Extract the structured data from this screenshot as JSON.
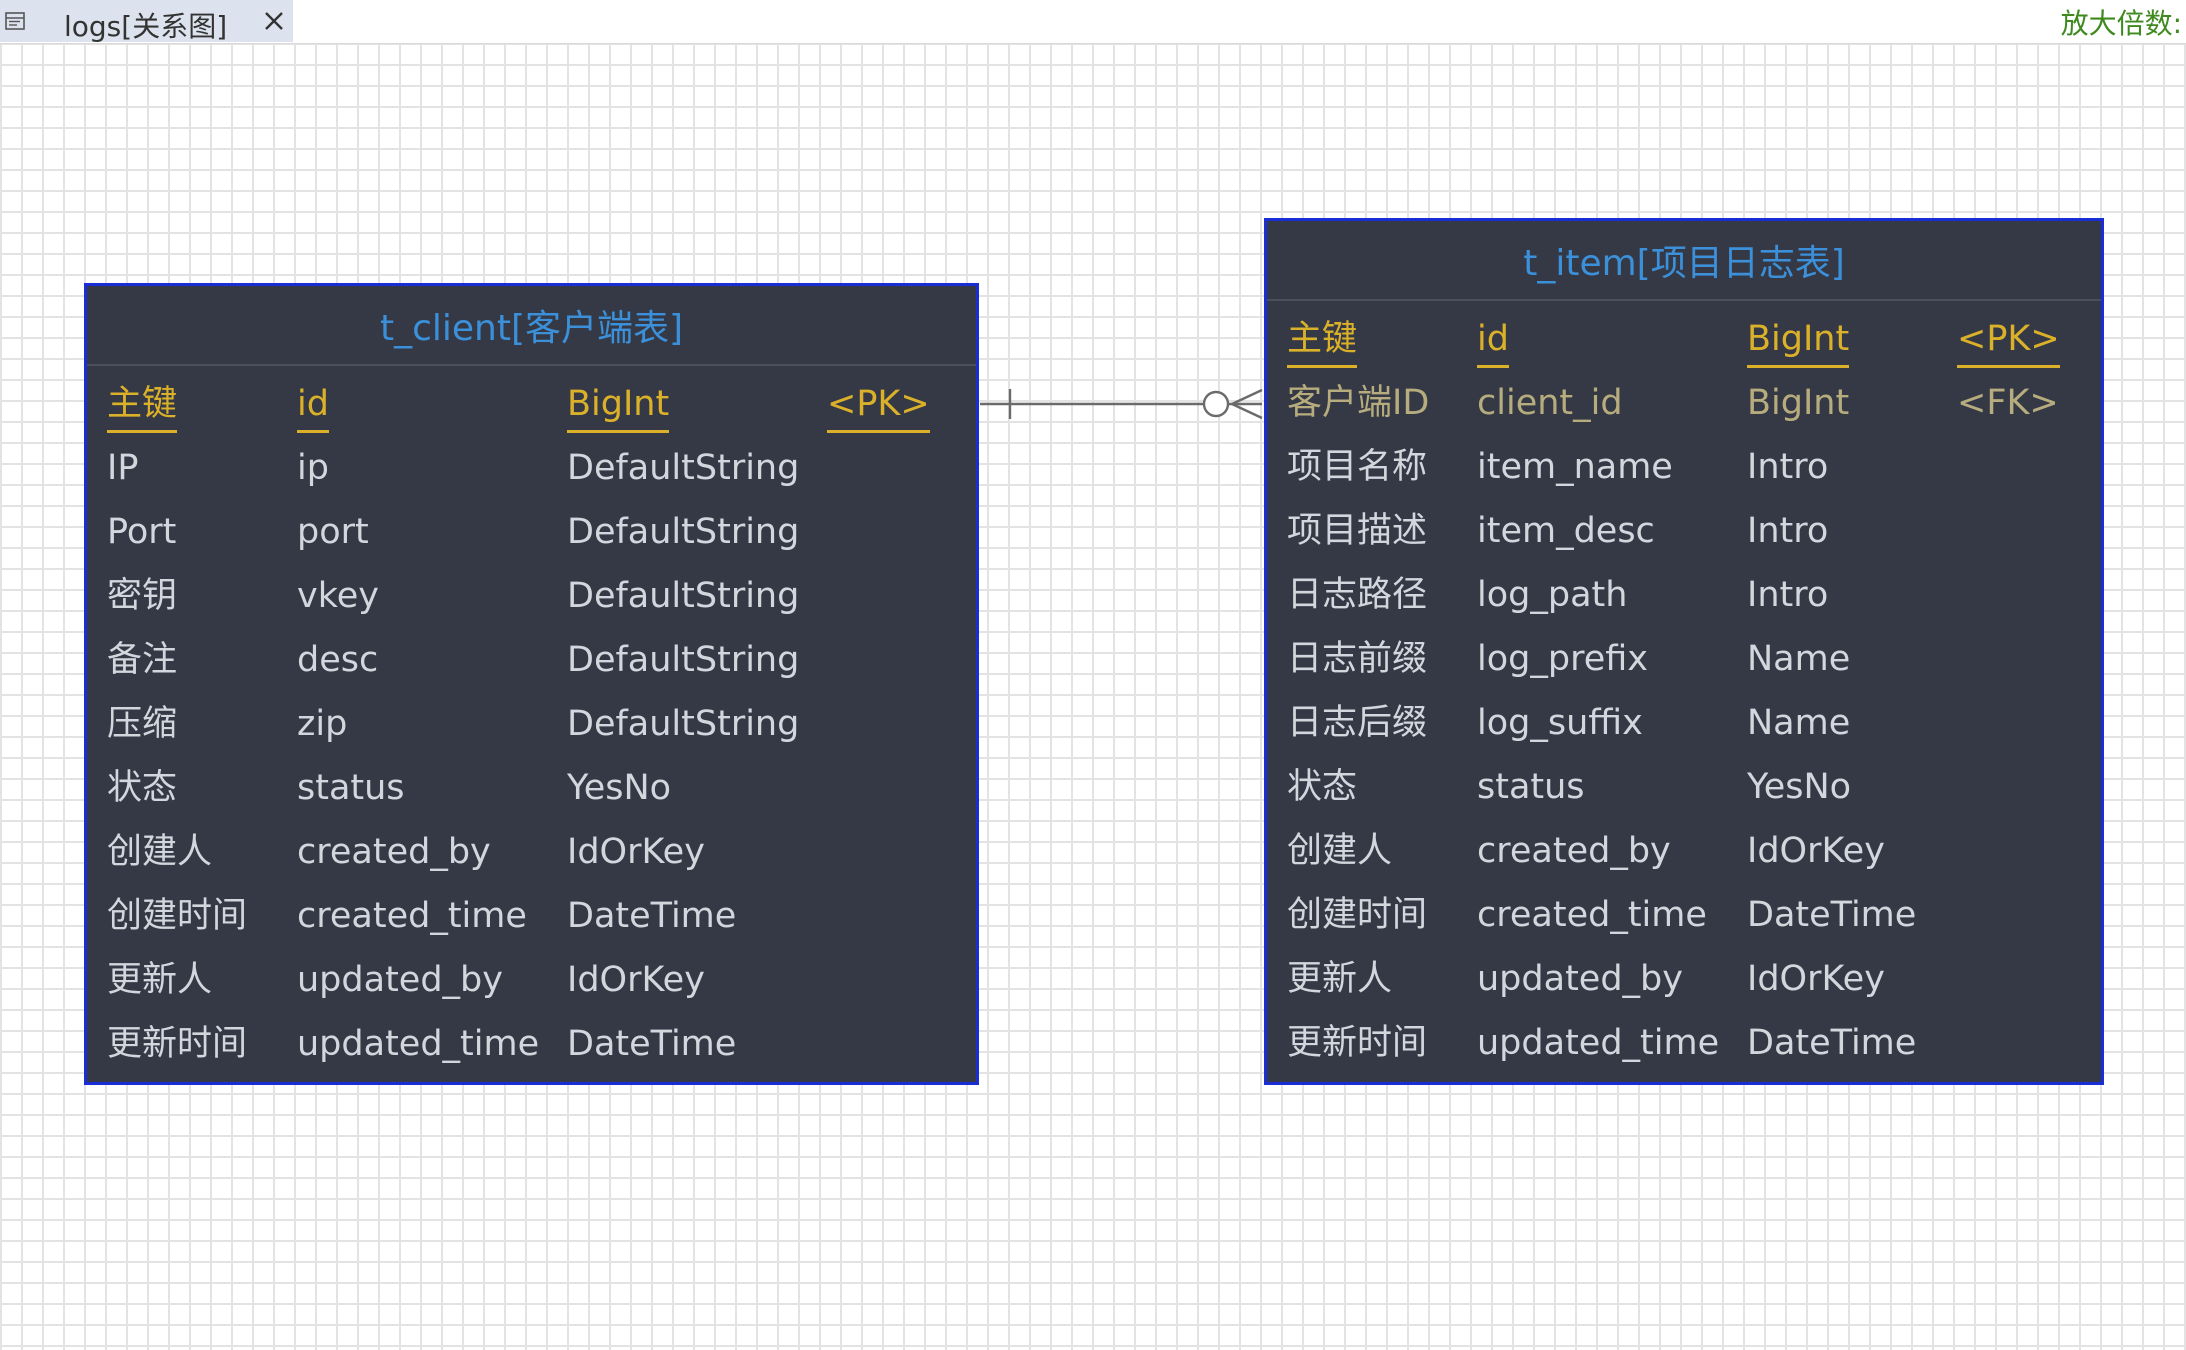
{
  "tab": {
    "title": "logs[关系图]",
    "icon": "diagram-icon"
  },
  "zoom_label": "放大倍数:",
  "colors": {
    "entity_bg": "#353946",
    "entity_border": "#1a2ed6",
    "title": "#3b90d9",
    "pk": "#dbb12a",
    "fk": "#b6ac7d",
    "text": "#d3d6dc",
    "connector": "#6b6b6b"
  },
  "relationship": {
    "from": "t_client[客户端表]",
    "to": "t_item[项目日志表]",
    "from_cardinality": "one",
    "to_cardinality": "zero-or-many"
  },
  "tables": [
    {
      "title": "t_client[客户端表]",
      "rows": [
        {
          "label": "主键",
          "name": "id",
          "type": "BigInt",
          "key": "<PK>",
          "kind": "pk"
        },
        {
          "label": "IP",
          "name": "ip",
          "type": "DefaultString",
          "key": "",
          "kind": "normal"
        },
        {
          "label": "Port",
          "name": "port",
          "type": "DefaultString",
          "key": "",
          "kind": "normal"
        },
        {
          "label": "密钥",
          "name": "vkey",
          "type": "DefaultString",
          "key": "",
          "kind": "normal"
        },
        {
          "label": "备注",
          "name": "desc",
          "type": "DefaultString",
          "key": "",
          "kind": "normal"
        },
        {
          "label": "压缩",
          "name": "zip",
          "type": "DefaultString",
          "key": "",
          "kind": "normal"
        },
        {
          "label": "状态",
          "name": "status",
          "type": "YesNo",
          "key": "",
          "kind": "normal"
        },
        {
          "label": "创建人",
          "name": "created_by",
          "type": "IdOrKey",
          "key": "",
          "kind": "normal"
        },
        {
          "label": "创建时间",
          "name": "created_time",
          "type": "DateTime",
          "key": "",
          "kind": "normal"
        },
        {
          "label": "更新人",
          "name": "updated_by",
          "type": "IdOrKey",
          "key": "",
          "kind": "normal"
        },
        {
          "label": "更新时间",
          "name": "updated_time",
          "type": "DateTime",
          "key": "",
          "kind": "normal"
        }
      ]
    },
    {
      "title": "t_item[项目日志表]",
      "rows": [
        {
          "label": "主键",
          "name": "id",
          "type": "BigInt",
          "key": "<PK>",
          "kind": "pk"
        },
        {
          "label": "客户端ID",
          "name": "client_id",
          "type": "BigInt",
          "key": "<FK>",
          "kind": "fk"
        },
        {
          "label": "项目名称",
          "name": "item_name",
          "type": "Intro",
          "key": "",
          "kind": "normal"
        },
        {
          "label": "项目描述",
          "name": "item_desc",
          "type": "Intro",
          "key": "",
          "kind": "normal"
        },
        {
          "label": "日志路径",
          "name": "log_path",
          "type": "Intro",
          "key": "",
          "kind": "normal"
        },
        {
          "label": "日志前缀",
          "name": "log_prefix",
          "type": "Name",
          "key": "",
          "kind": "normal"
        },
        {
          "label": "日志后缀",
          "name": "log_suffix",
          "type": "Name",
          "key": "",
          "kind": "normal"
        },
        {
          "label": "状态",
          "name": "status",
          "type": "YesNo",
          "key": "",
          "kind": "normal"
        },
        {
          "label": "创建人",
          "name": "created_by",
          "type": "IdOrKey",
          "key": "",
          "kind": "normal"
        },
        {
          "label": "创建时间",
          "name": "created_time",
          "type": "DateTime",
          "key": "",
          "kind": "normal"
        },
        {
          "label": "更新人",
          "name": "updated_by",
          "type": "IdOrKey",
          "key": "",
          "kind": "normal"
        },
        {
          "label": "更新时间",
          "name": "updated_time",
          "type": "DateTime",
          "key": "",
          "kind": "normal"
        }
      ]
    }
  ]
}
